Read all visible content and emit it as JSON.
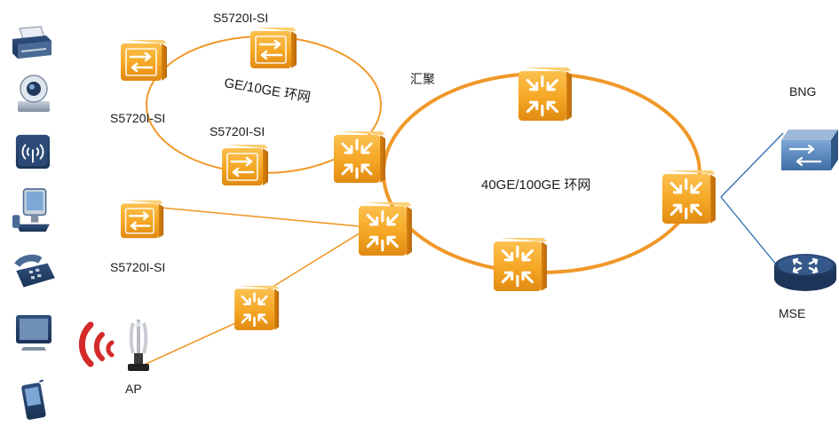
{
  "labels": {
    "sw_top": "S5720I-SI",
    "sw_left": "S5720I-SI",
    "sw_mid": "S5720I-SI",
    "sw_lower": "S5720I-SI",
    "ring_small": "GE/10GE 环网",
    "aggregation": "汇聚",
    "ring_large": "40GE/100GE 环网",
    "bng": "BNG",
    "mse": "MSE",
    "ap": "AP"
  },
  "terminal_icons": [
    "printer-icon",
    "ip-camera-icon",
    "wireless-access-icon",
    "desktop-computer-icon",
    "ip-phone-icon",
    "tv-monitor-icon",
    "pda-icon"
  ],
  "colors": {
    "ring": "#f0982a",
    "device_body": "#f5a623",
    "device_dark": "#d9820e",
    "uplink": "#2b6fb0",
    "wifi_signal": "#d42a2a"
  }
}
